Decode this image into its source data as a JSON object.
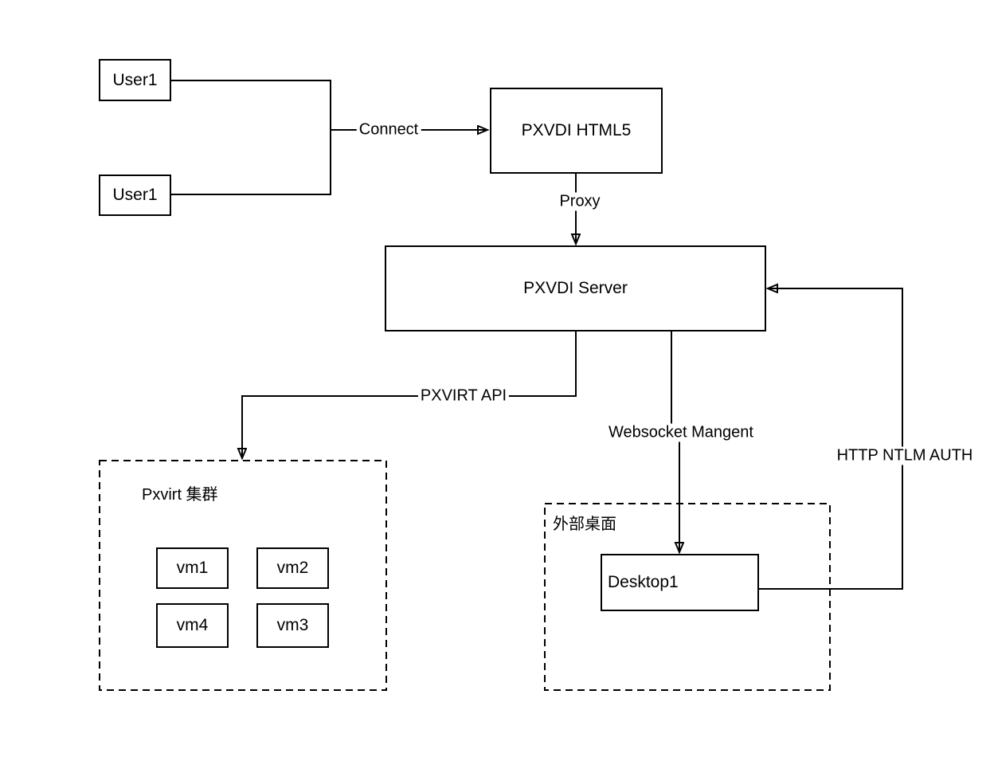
{
  "diagram": {
    "colors": {
      "stroke": "#000000",
      "canvas_background": "#ffffff",
      "label_background": "#ffffff"
    },
    "nodes": {
      "user1_top": {
        "label": "User1"
      },
      "user1_bottom": {
        "label": "User1"
      },
      "pxvdi_html5": {
        "label": "PXVDI HTML5"
      },
      "pxvdi_server": {
        "label": "PXVDI Server"
      },
      "desktop1": {
        "label": "Desktop1"
      },
      "vm1": {
        "label": "vm1"
      },
      "vm2": {
        "label": "vm2"
      },
      "vm4": {
        "label": "vm4"
      },
      "vm3": {
        "label": "vm3"
      }
    },
    "groups": {
      "pxvirt_cluster": {
        "label": "Pxvirt 集群"
      },
      "external_desktop": {
        "label": "外部桌面"
      }
    },
    "edges": {
      "connect": {
        "label": "Connect",
        "from": "User1 / User1",
        "to": "PXVDI HTML5"
      },
      "proxy": {
        "label": "Proxy",
        "from": "PXVDI HTML5",
        "to": "PXVDI Server"
      },
      "pxvirt_api": {
        "label": "PXVIRT API",
        "from": "PXVDI Server",
        "to": "Pxvirt 集群"
      },
      "websocket": {
        "label": "Websocket Mangent",
        "from": "PXVDI Server",
        "to": "Desktop1"
      },
      "http_ntlm": {
        "label": "HTTP NTLM AUTH",
        "from": "Desktop1",
        "to": "PXVDI Server"
      }
    }
  }
}
